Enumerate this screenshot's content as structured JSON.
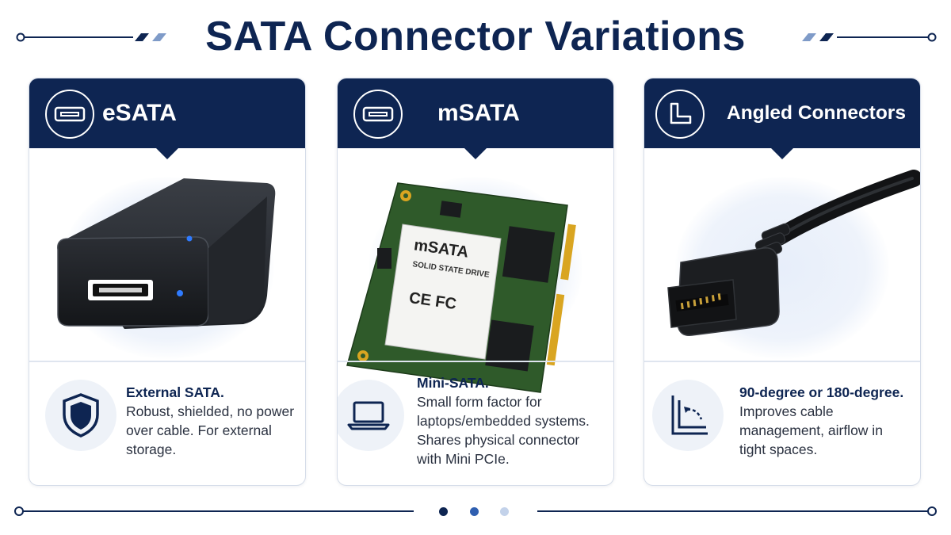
{
  "page": {
    "title": "SATA Connector Variations"
  },
  "cards": [
    {
      "title": "eSATA",
      "header_icon": "esata-port-icon",
      "desc_icon": "shield-icon",
      "desc_lead": "External SATA.",
      "desc_body": "Robust, shielded, no power over cable. For external storage."
    },
    {
      "title": "mSATA",
      "header_icon": "msata-port-icon",
      "desc_icon": "laptop-icon",
      "desc_lead": "Mini-SATA.",
      "desc_body": "Small form factor for laptops/embedded systems. Shares physical connector with Mini PCIe.",
      "board_label": "mSATA",
      "board_sublabel": "SOLID STATE DRIVE",
      "board_marks": "CE FC"
    },
    {
      "title": "Angled Connectors",
      "header_icon": "angle-bracket-icon",
      "desc_icon": "angle-arrow-icon",
      "desc_lead": "90-degree or 180-degree.",
      "desc_body": "Improves cable management, airflow in tight spaces."
    }
  ],
  "pager": {
    "count": 3,
    "active": 0
  },
  "colors": {
    "navy": "#0e2552",
    "accent_blue": "#2f5fb0",
    "light_blue": "#a9bde0"
  }
}
